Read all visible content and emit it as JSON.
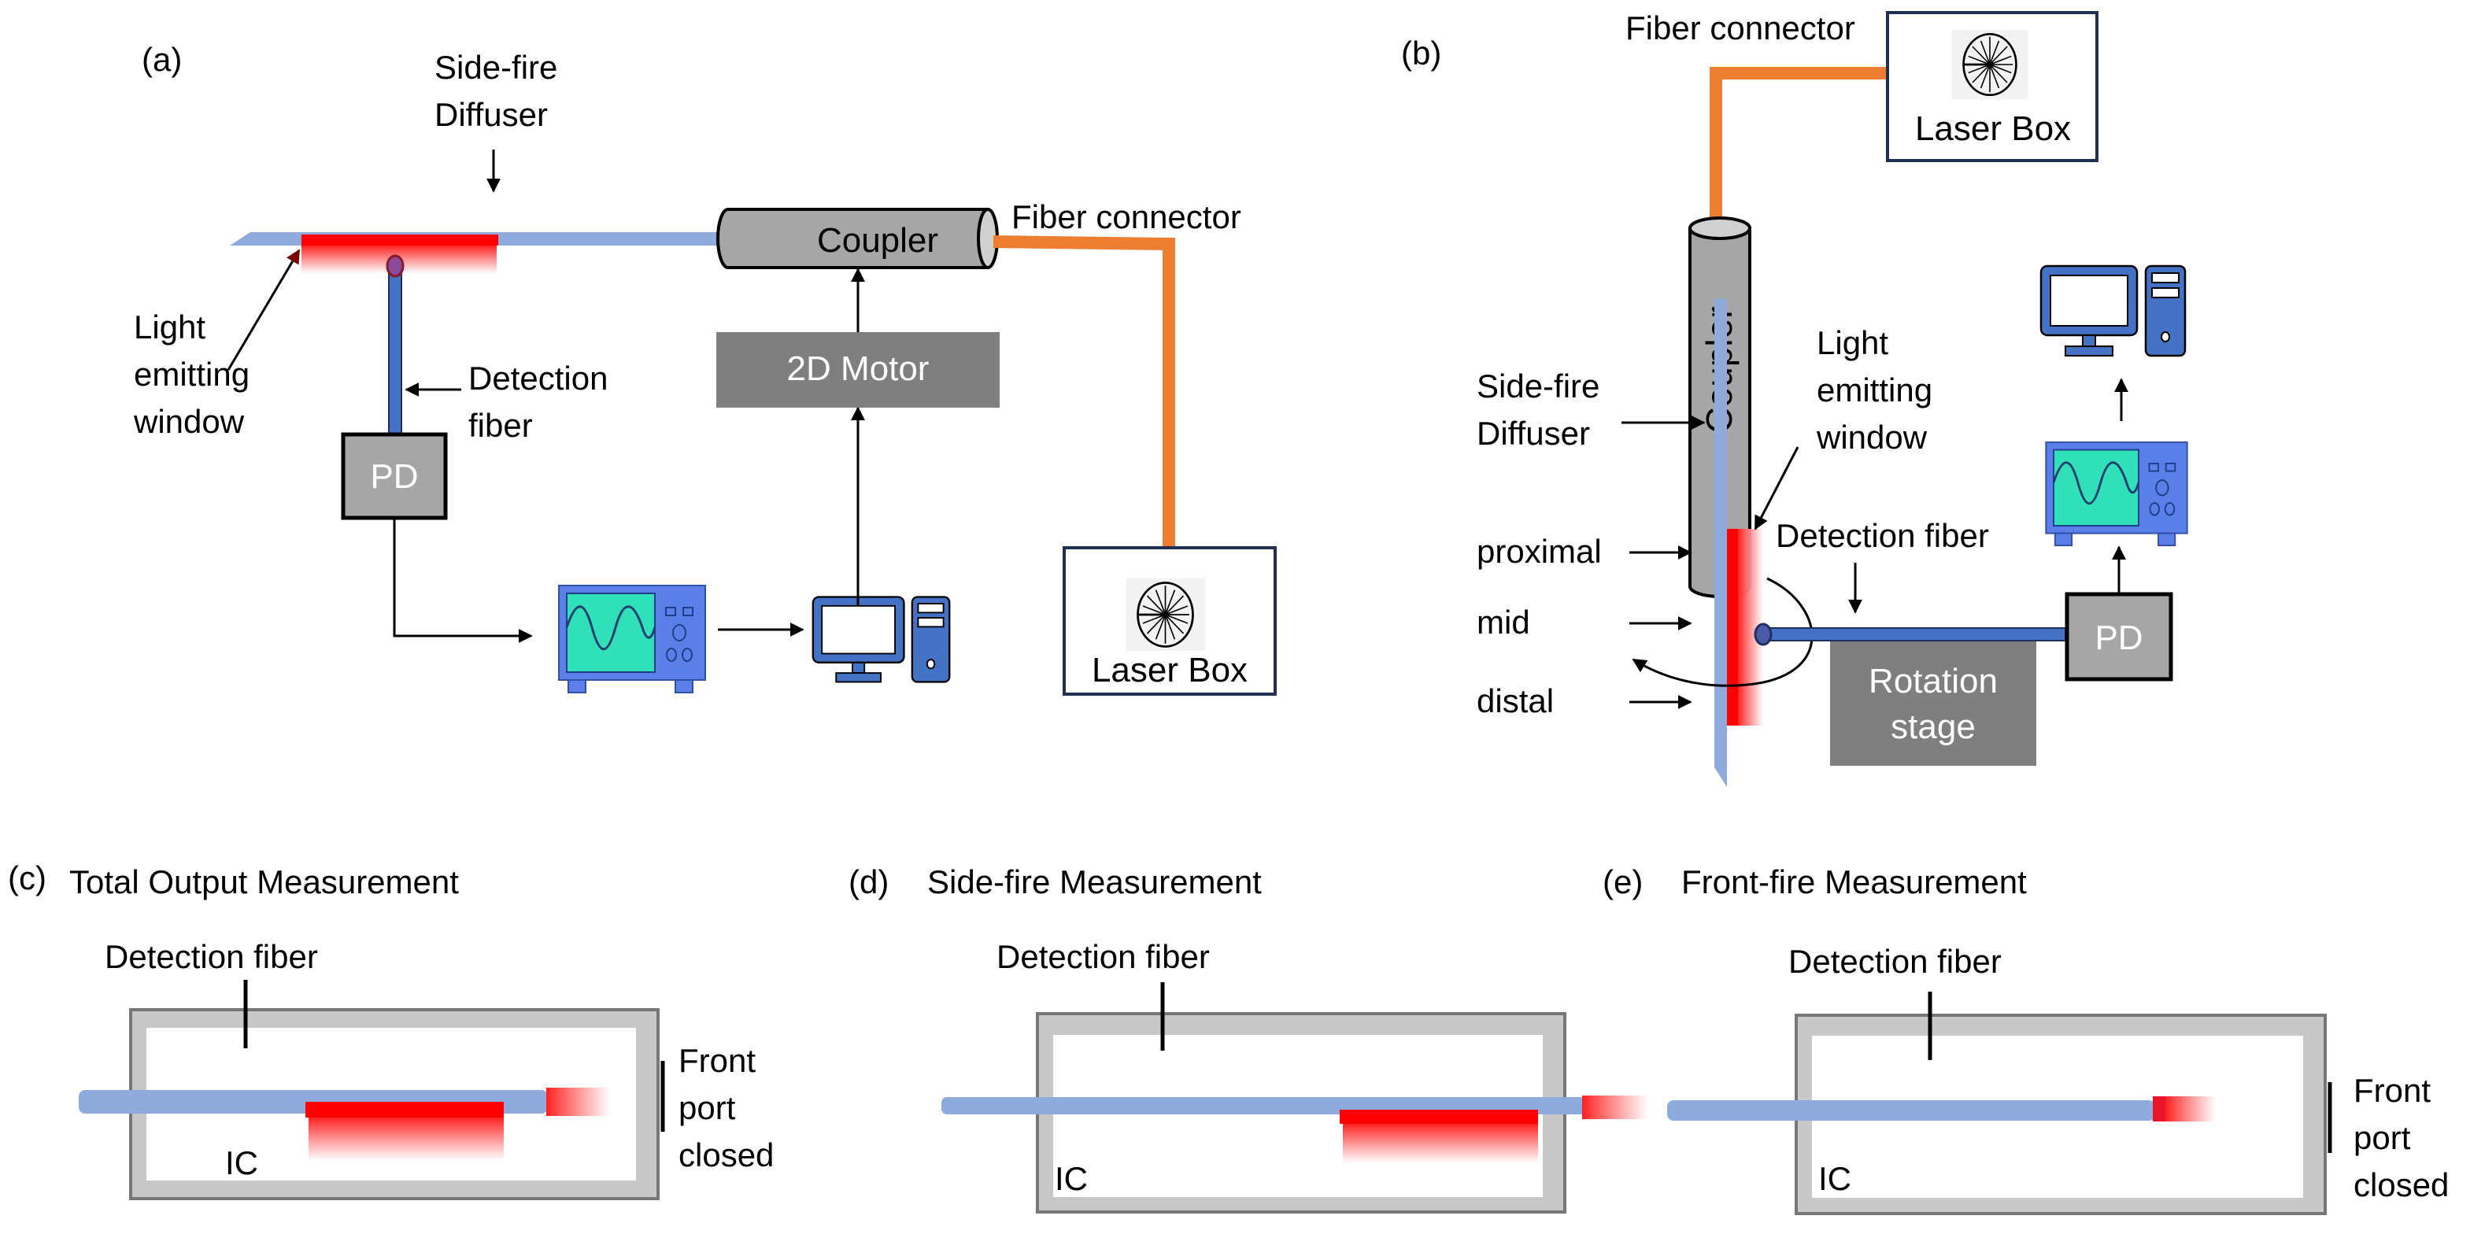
{
  "figure": {
    "panels": {
      "a": {
        "label": "(a)",
        "side_fire_diffuser": [
          "Side-fire",
          "Diffuser"
        ],
        "light_emitting_window": [
          "Light",
          "emitting",
          "window"
        ],
        "detection_fiber": [
          "Detection",
          "fiber"
        ],
        "pd": "PD",
        "coupler": "Coupler",
        "fiber_connector": "Fiber connector",
        "motor": "2D Motor",
        "laser_box": "Laser Box"
      },
      "b": {
        "label": "(b)",
        "fiber_connector": "Fiber connector",
        "laser_box": "Laser Box",
        "coupler": "Coupler",
        "side_fire_diffuser": [
          "Side-fire",
          "Diffuser"
        ],
        "light_emitting_window": [
          "Light",
          "emitting",
          "window"
        ],
        "positions": [
          "proximal",
          "mid",
          "distal"
        ],
        "detection_fiber": "Detection fiber",
        "pd": "PD",
        "rotation_stage": [
          "Rotation",
          "stage"
        ]
      },
      "c": {
        "label": "(c)",
        "title": "Total Output Measurement",
        "detection_fiber": "Detection fiber",
        "ic": "IC",
        "front_port": [
          "Front",
          "port",
          "closed"
        ]
      },
      "d": {
        "label": "(d)",
        "title": "Side-fire Measurement",
        "detection_fiber": "Detection fiber",
        "ic": "IC"
      },
      "e": {
        "label": "(e)",
        "title": "Front-fire Measurement",
        "detection_fiber": "Detection fiber",
        "ic": "IC",
        "front_port": [
          "Front",
          "port",
          "closed"
        ]
      }
    },
    "icons": [
      "oscilloscope-icon",
      "computer-icon",
      "laser-warning-icon"
    ],
    "colors": {
      "diffuser_fiber": "#8faadc",
      "detection_fiber": "#4472c4",
      "emission_red": "#ff0000",
      "patch_cord_orange": "#ed7d31",
      "device_gray": "#a6a6a6",
      "motor_gray": "#7f7f7f",
      "sphere_wall": "#c8c8c8",
      "instrument_blue": "#4472c4",
      "scope_body_blue": "#5b7fe8",
      "scope_screen_teal": "#2fe0b8"
    }
  }
}
